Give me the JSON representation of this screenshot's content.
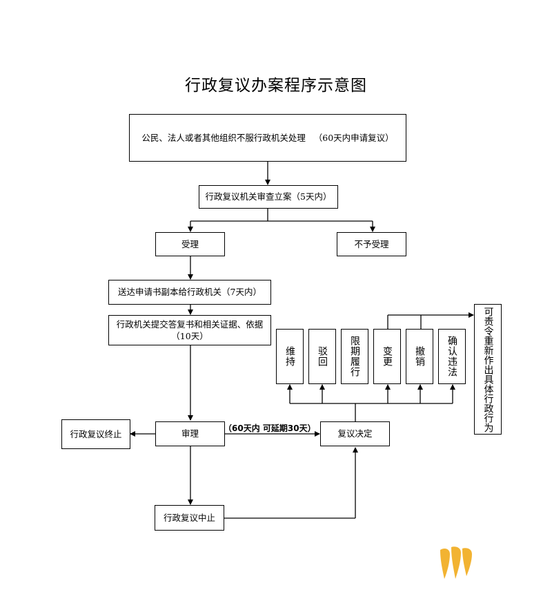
{
  "title": "行政复议办案程序示意图",
  "nodes": {
    "apply": "公民、法人或者其他组织不服行政机关处理   （60天内申请复议）",
    "review": "行政复议机关审查立案（5天内）",
    "accept": "受理",
    "reject": "不予受理",
    "deliver": "送达申请书副本给行政机关（7天内）",
    "reply_line1": "行政机关提交答复书和相关证据、依据",
    "reply_line2": "（10天）",
    "hearing": "审理",
    "terminate": "行政复议终止",
    "decision": "复议决定",
    "suspend": "行政复议中止",
    "outcomes": [
      "维持",
      "驳回",
      "限期履行",
      "变更",
      "撤销",
      "确认违法"
    ],
    "redo": "可责令重新作出具体行政行为"
  },
  "notes": {
    "deadline": "（60天内   可延期30天）"
  },
  "colors": {
    "line": "#000000",
    "logo": "#F2B332"
  }
}
